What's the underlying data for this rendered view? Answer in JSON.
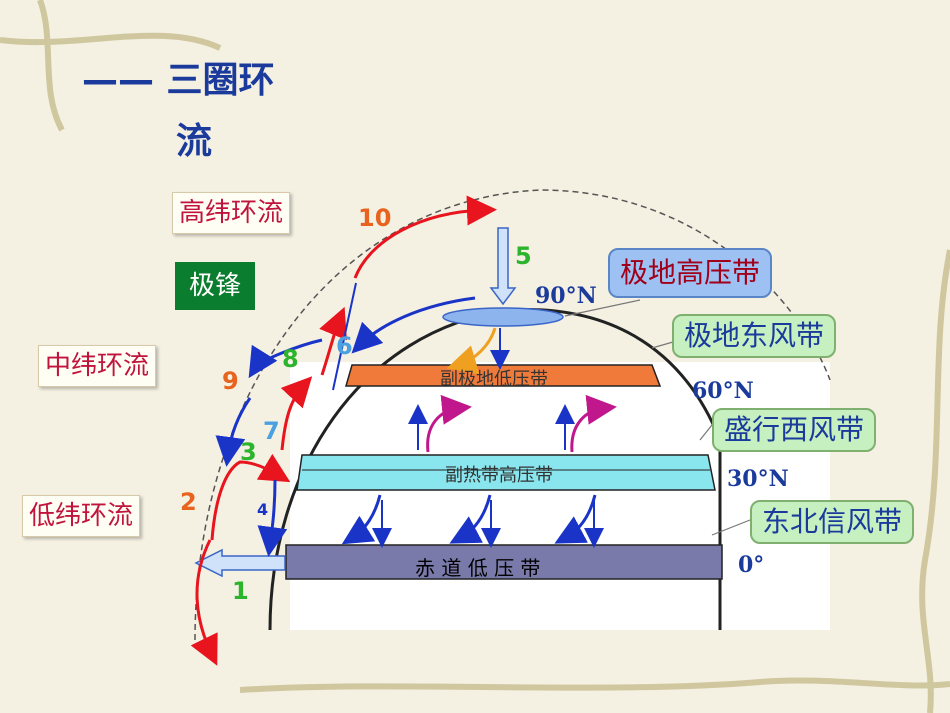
{
  "title": {
    "line1": "—— 三圈环",
    "line2": "流"
  },
  "labels": {
    "high_lat": "高纬环流",
    "mid_lat": "中纬环流",
    "low_lat": "低纬环流",
    "polar_front": "极锋"
  },
  "callouts": {
    "polar_high": "极地高压带",
    "polar_easterlies": "极地东风带",
    "westerlies": "盛行西风带",
    "ne_trades": "东北信风带"
  },
  "bands": {
    "sub_polar_low": "副极地低压带",
    "subtropical_high": "副热带高压带",
    "equatorial_low": "赤 道 低 压 带"
  },
  "latitudes": {
    "n90": "90°N",
    "n60": "60°N",
    "n30": "30°N",
    "eq": "0°"
  },
  "numbers": {
    "n1": "1",
    "n2": "2",
    "n3": "3",
    "n4": "4",
    "n5": "5",
    "n6": "6",
    "n7": "7",
    "n8": "8",
    "n9": "9",
    "n10": "10"
  },
  "colors": {
    "red": "#e8141e",
    "blue": "#1a34c8",
    "title": "#1a3a9c",
    "label": "#c0143c"
  }
}
